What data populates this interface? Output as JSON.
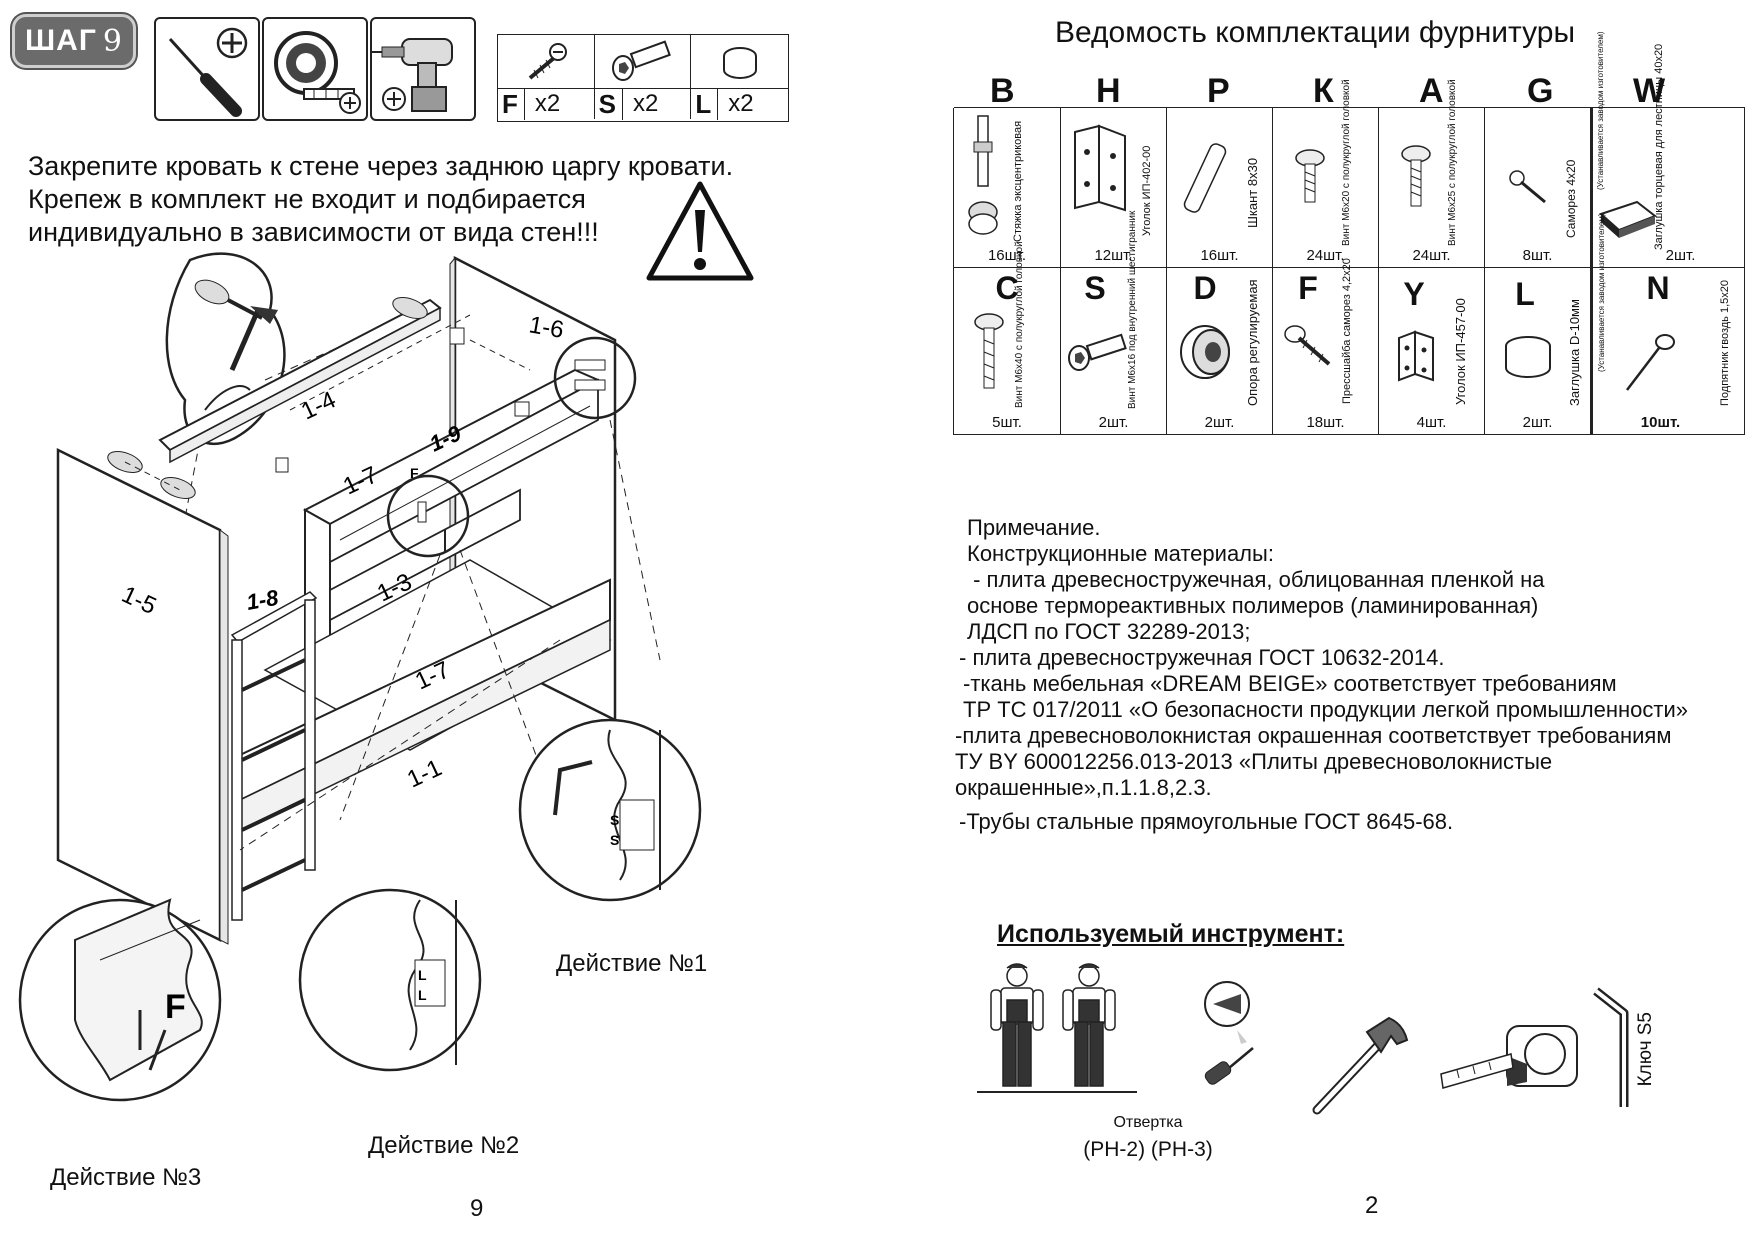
{
  "left_page": {
    "step": {
      "word": "ШАГ",
      "number": "9"
    },
    "hardware_quantities": [
      {
        "letter": "F",
        "qty": "x2",
        "icon": "self-tapping-screw-icon"
      },
      {
        "letter": "S",
        "qty": "x2",
        "icon": "hex-bolt-icon"
      },
      {
        "letter": "L",
        "qty": "x2",
        "icon": "cap-plug-icon"
      }
    ],
    "warning_lines": [
      "Закрепите кровать к стене через заднюю царгу кровати.",
      "Крепеж в комплект не входит и подбирается",
      "индивидуально в зависимости от вида стен!!!"
    ],
    "part_labels": [
      "1-6",
      "1-4",
      "1-7",
      "1-9",
      "1-3",
      "1-5",
      "1-8",
      "1-7",
      "1-1"
    ],
    "detail_letters": {
      "f1": "F",
      "s1": "S",
      "s2": "S",
      "l1": "L",
      "l2": "L",
      "f_big": "F"
    },
    "actions": {
      "a1": "Действие №1",
      "a2": "Действие №2",
      "a3": "Действие №3"
    },
    "page_number": "9"
  },
  "right_page": {
    "title": "Ведомость комплектации фурнитуры",
    "top_row": [
      {
        "letter": "B",
        "label": "Стяжка эксцентриковая",
        "qty": "16шт."
      },
      {
        "letter": "H",
        "label": "Уголок ИП-402-00",
        "qty": "12шт."
      },
      {
        "letter": "P",
        "label": "Шкант 8х30",
        "qty": "16шт."
      },
      {
        "letter": "К",
        "label": "Винт М6х20 с полукруглой головкой",
        "qty": "24шт."
      },
      {
        "letter": "A",
        "label": "Винт М6х25 с полукруглой головкой",
        "qty": "24шт."
      },
      {
        "letter": "G",
        "label": "Саморез 4х20",
        "qty": "8шт."
      },
      {
        "letter": "W",
        "label": "Заглушка торцевая для лестницы 40х20",
        "note": "(Устанавливается заводом изготовителем)",
        "qty": "2шт."
      }
    ],
    "bottom_row": [
      {
        "letter": "C",
        "label": "Винт М6х40 с полукруглой головкой",
        "qty": "5шт."
      },
      {
        "letter": "S",
        "label": "Винт М6х16 под внутренний шестигранник",
        "qty": "2шт."
      },
      {
        "letter": "D",
        "label": "Опора регулируемая",
        "qty": "2шт."
      },
      {
        "letter": "F",
        "label": "Прессшайба саморез 4,2х20",
        "qty": "18шт."
      },
      {
        "letter": "Y",
        "label": "Уголок ИП-457-00",
        "qty": "4шт."
      },
      {
        "letter": "L",
        "label": "Заглушка D-10мм",
        "qty": "2шт."
      },
      {
        "letter": "N",
        "label": "Подпятник гвоздь 1,5х20",
        "note": "(Устанавливается заводом изготовителем)",
        "qty": "10шт."
      }
    ],
    "note_lines": [
      "Примечание.",
      "Конструкционные материалы:",
      " - плита древесностружечная, облицованная пленкой на",
      "основе термореактивных полимеров (ламинированная)",
      "ЛДСП по ГОСТ 32289-2013;",
      "- плита древесностружечная ГОСТ 10632-2014.",
      "-ткань мебельная «DREAM BEIGE» соответствует требованиям",
      "ТР ТС 017/2011 «О безопасности продукции легкой промышленности»",
      "-плита древесноволокнистая окрашенная соответствует требованиям",
      "ТУ BY 600012256.013-2013 «Плиты древесноволокнистые",
      "окрашенные»,п.1.1.8,2.3.",
      "-Трубы стальные прямоугольные ГОСТ 8645-68."
    ],
    "tools_title": "Используемый инструмент:",
    "tools": {
      "screwdriver_label": "Отвертка",
      "screwdriver_sizes": "(PH-2) (PH-3)",
      "key_label": "Ключ S5"
    },
    "page_number": "2"
  }
}
